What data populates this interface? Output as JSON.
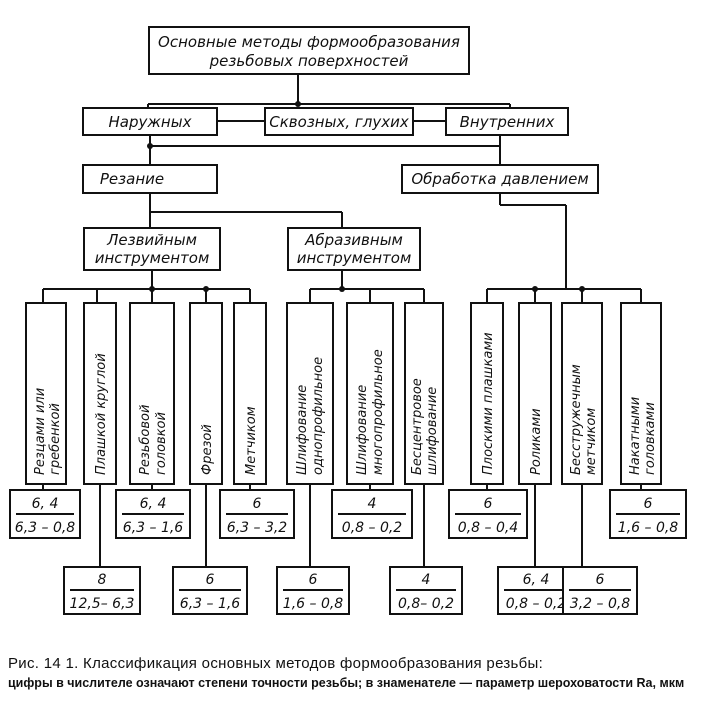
{
  "root": {
    "line1": "Основные методы формообразования",
    "line2": "резьбовых поверхностей"
  },
  "types": {
    "outer": "Наружных",
    "through": "Сквозных, глухих",
    "inner": "Внутренних"
  },
  "methods": {
    "cutting": "Резание",
    "pressure": "Обработка давлением"
  },
  "tools": {
    "blade_line1": "Лезвийным",
    "blade_line2": "инструментом",
    "abrasive_line1": "Абразивным",
    "abrasive_line2": "инструментом"
  },
  "leaves": [
    {
      "line1": "Резцами или",
      "line2": "гребенкой",
      "num": "6, 4",
      "den": "6,3 – 0,8"
    },
    {
      "line1": "Плашкой круглой",
      "line2": "",
      "num": "8",
      "den": "12,5– 6,3"
    },
    {
      "line1": "Резьбовой",
      "line2": "головкой",
      "num": "6, 4",
      "den": "6,3 – 1,6"
    },
    {
      "line1": "Фрезой",
      "line2": "",
      "num": "6",
      "den": "6,3 – 1,6"
    },
    {
      "line1": "Метчиком",
      "line2": "",
      "num": "6",
      "den": "6,3 – 3,2"
    },
    {
      "line1": "Шлифование",
      "line2": "однопрофильное",
      "num": "6",
      "den": "1,6 – 0,8"
    },
    {
      "line1": "Шлифование",
      "line2": "многопрофильное",
      "num": "4",
      "den": "0,8 – 0,2"
    },
    {
      "line1": "Бесцентровое",
      "line2": "шлифование",
      "num": "4",
      "den": "0,8– 0,2"
    },
    {
      "line1": "Плоскими плашками",
      "line2": "",
      "num": "6",
      "den": "0,8 – 0,4"
    },
    {
      "line1": "Роликами",
      "line2": "",
      "num": "6, 4",
      "den": "0,8 – 0,2"
    },
    {
      "line1": "Бесстружечным",
      "line2": "метчиком",
      "num": "6",
      "den": "3,2 – 0,8"
    },
    {
      "line1": "Накатными",
      "line2": "головками",
      "num": "6",
      "den": "1,6 – 0,8"
    }
  ],
  "caption": {
    "line1": "Рис. 14 1. Классификация основных методов формообразования резьбы:",
    "line2": "цифры в числителе означают степени точности резьбы; в знаменателе — параметр шероховатости Ra, мкм"
  }
}
